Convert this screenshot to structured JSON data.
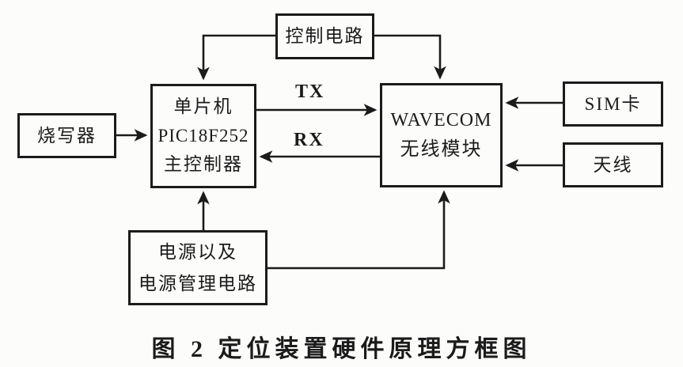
{
  "figure": {
    "caption": "图 2  定位装置硬件原理方框图",
    "boxes": {
      "control_circuit": {
        "label": "控制电路"
      },
      "programmer": {
        "label": "烧写器"
      },
      "mcu": {
        "lines": [
          "单片机",
          "PIC18F252",
          "主控制器"
        ]
      },
      "wireless_module": {
        "lines": [
          "WAVECOM",
          "无线模块"
        ]
      },
      "sim_card": {
        "label": "SIM卡"
      },
      "antenna": {
        "label": "天线"
      },
      "power": {
        "lines": [
          "电源以及",
          "电源管理电路"
        ]
      }
    },
    "signal_labels": {
      "tx": "TX",
      "rx": "RX"
    },
    "colors": {
      "ink": "#1b1b1b",
      "paper": "#fcfcfb"
    }
  }
}
